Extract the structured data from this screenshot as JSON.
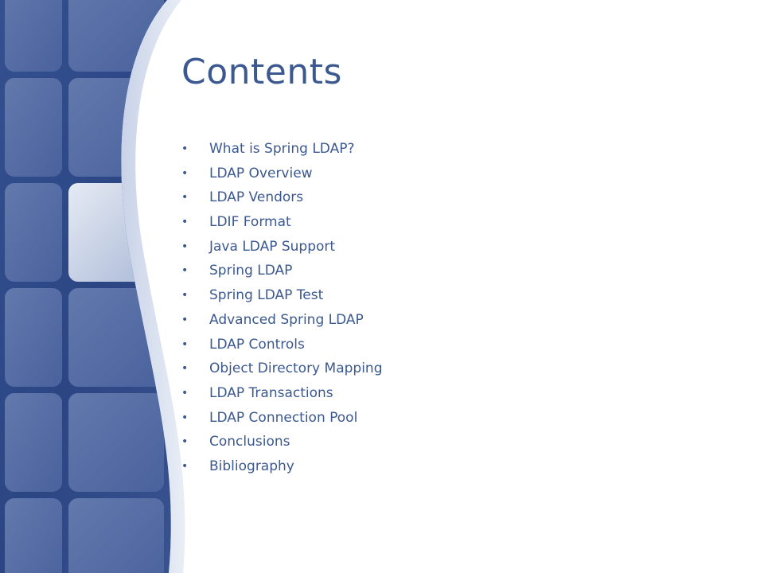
{
  "slide": {
    "title": "Contents",
    "items": [
      "What is Spring LDAP?",
      "LDAP Overview",
      "LDAP Vendors",
      "LDIF Format",
      "Java LDAP Support",
      "Spring LDAP",
      "Spring LDAP Test",
      "Advanced Spring LDAP",
      "LDAP Controls",
      "Object Directory Mapping",
      "LDAP Transactions",
      "LDAP Connection Pool",
      "Conclusions",
      "Bibliography"
    ],
    "bullet_glyph": "•"
  },
  "theme": {
    "text_color": "#3b5890",
    "panel_dark": "#2c4684",
    "panel_light": "#d3dced"
  }
}
